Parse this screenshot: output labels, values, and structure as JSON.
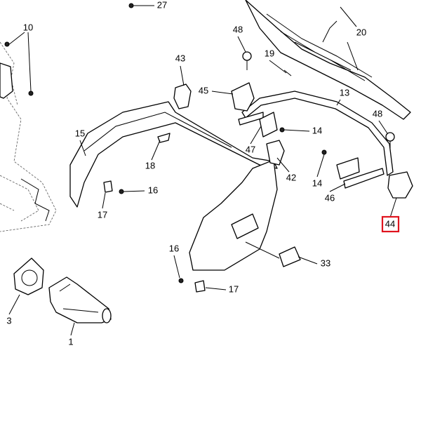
{
  "diagram": {
    "title": "Parts exploded view",
    "highlight_color": "#e0141e",
    "callouts": [
      "27",
      "10",
      "48",
      "20",
      "19",
      "43",
      "45",
      "13",
      "48",
      "15",
      "14",
      "47",
      "18",
      "42",
      "14",
      "16",
      "46",
      "17",
      "44",
      "33",
      "16",
      "17",
      "3",
      "1"
    ],
    "highlighted": "44"
  }
}
